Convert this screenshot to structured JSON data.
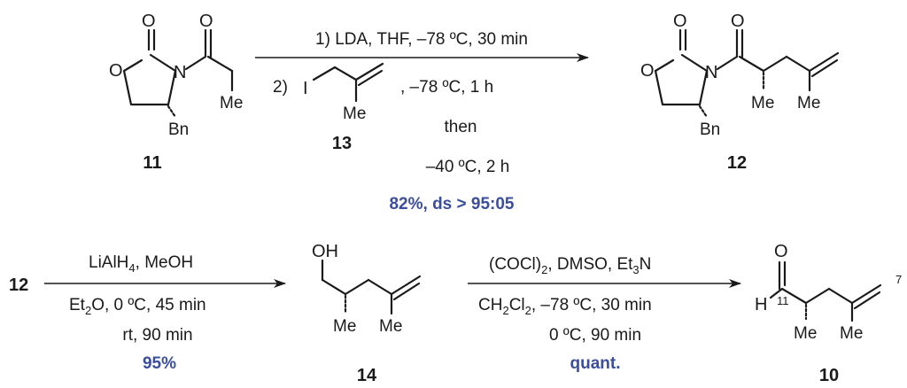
{
  "colors": {
    "ink": "#1a1a1a",
    "yield": "#3b4e9c",
    "background": "#ffffff"
  },
  "atoms": {
    "O": "O",
    "N": "N",
    "H": "H",
    "I": "I",
    "OH": "OH",
    "Me": "Me",
    "Bn": "Bn"
  },
  "compounds": {
    "c11": "11",
    "c12": "12",
    "c13": "13",
    "c14": "14",
    "c10": "10",
    "c12_start": "12"
  },
  "step1": {
    "line1": "1) LDA, THF, –78 ºC, 30 min",
    "line2_prefix": "2)",
    "line2_suffix": ", –78 ºC, 1 h",
    "then": "then",
    "line4": "–40 ºC, 2 h",
    "yield": "82%, ds > 95:05"
  },
  "step2": {
    "reagent_prefix": "LiAlH",
    "reagent_sub": "4",
    "reagent_suffix": ", MeOH",
    "solvent_prefix": "Et",
    "solvent_sub": "2",
    "solvent_suffix": "O, 0 ºC, 45 min",
    "line3": "rt, 90 min",
    "yield": "95%"
  },
  "step3": {
    "reagent_a": "(COCl)",
    "reagent_a_sub": "2",
    "reagent_b": ", DMSO, Et",
    "reagent_b_sub": "3",
    "reagent_c": "N",
    "solvent_a": "CH",
    "solvent_a_sub": "2",
    "solvent_b": "Cl",
    "solvent_b_sub": "2",
    "solvent_c": ", –78 ºC, 30 min",
    "line3": "0 ºC, 90 min",
    "yield": "quant."
  },
  "locants": {
    "c11_position": "11",
    "c7_position": "7"
  }
}
